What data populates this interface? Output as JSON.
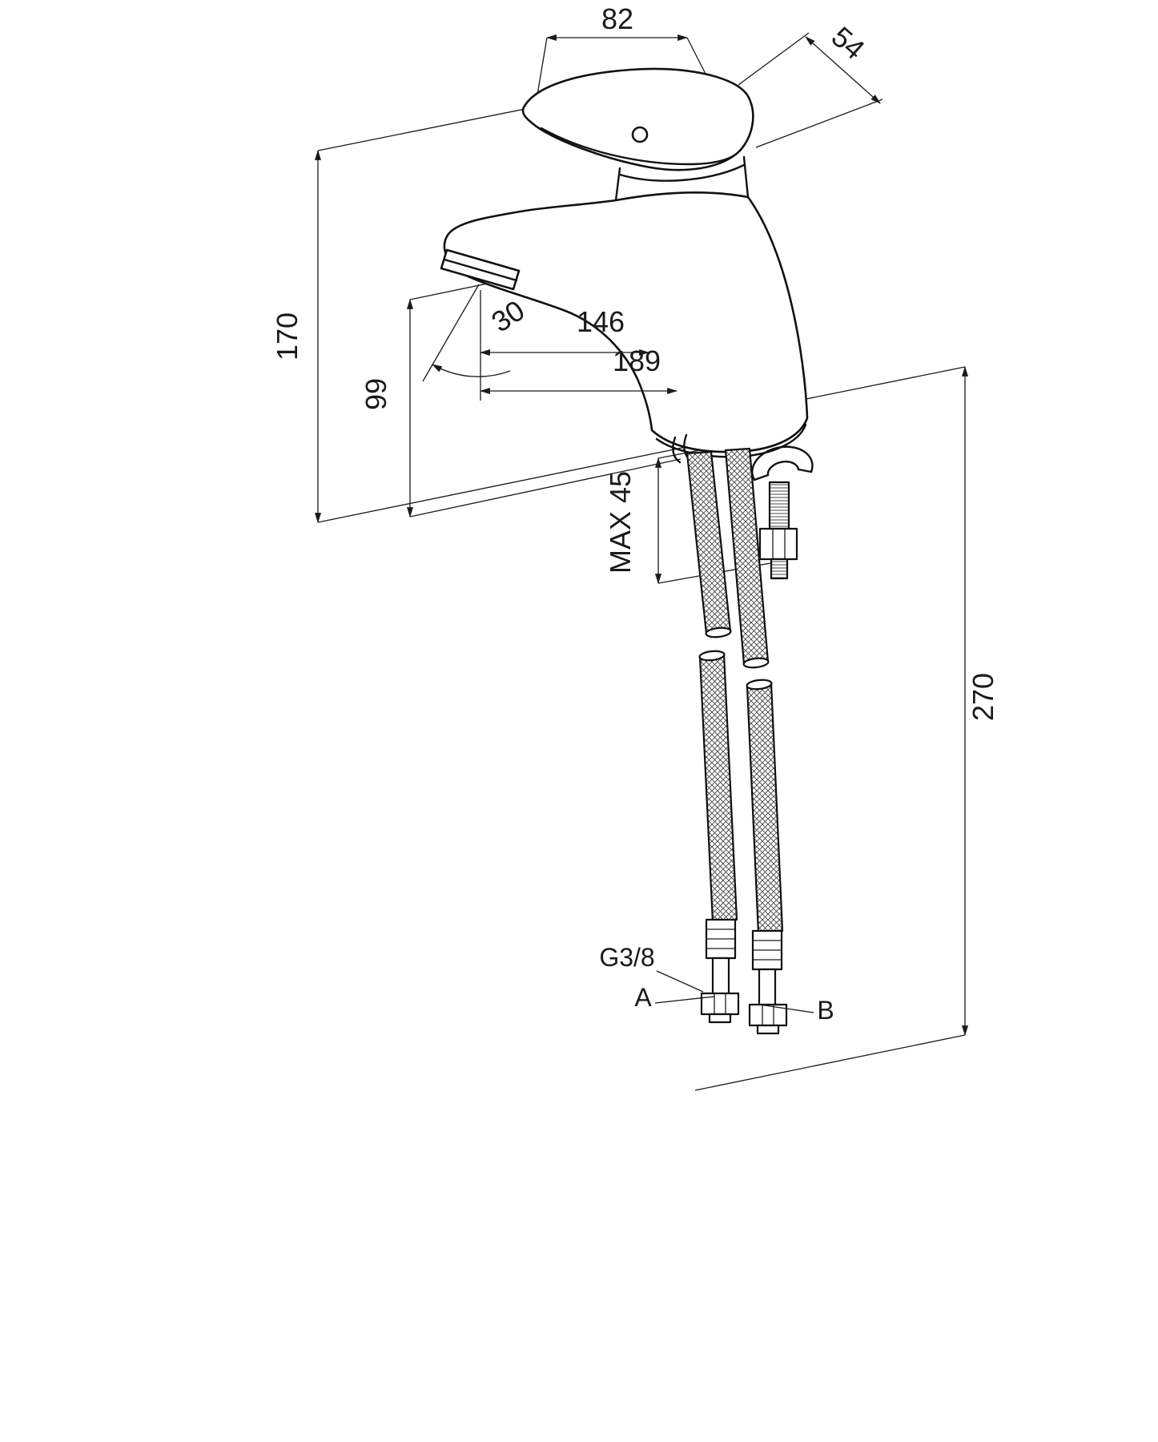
{
  "drawing": {
    "labels": {
      "width_top": "82",
      "depth_top": "54",
      "height_total": "170",
      "height_spout": "99",
      "angle_spout": "30",
      "reach_spout": "146",
      "reach_total": "189",
      "max_mount": "MAX 45",
      "hose_length": "270",
      "thread": "G3/8",
      "hose_a": "A",
      "hose_b": "B"
    },
    "colors": {
      "line": "#1a1a1a",
      "background": "#ffffff"
    }
  }
}
